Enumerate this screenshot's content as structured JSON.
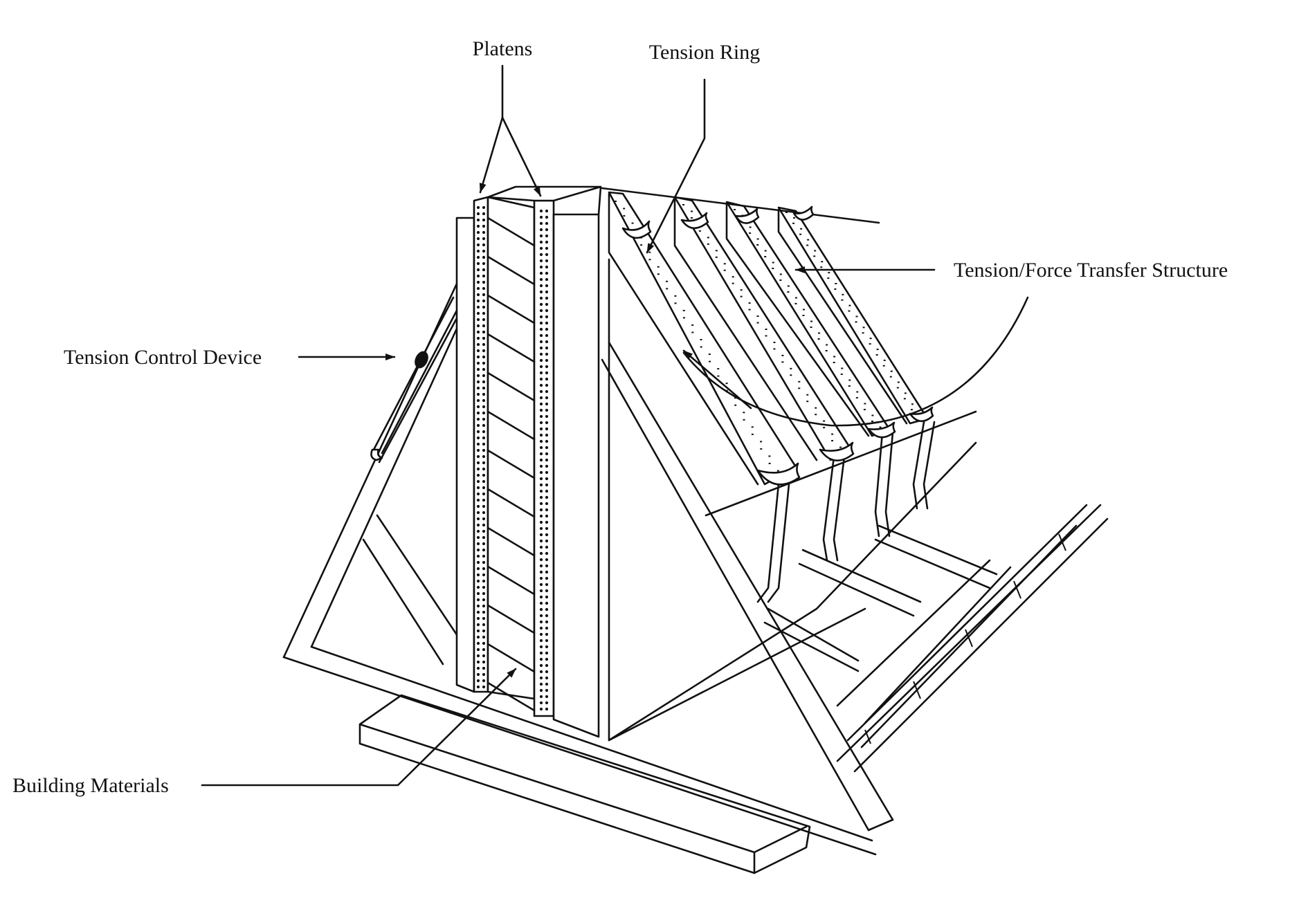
{
  "labels": {
    "platens": "Platens",
    "tension_ring": "Tension Ring",
    "tension_force_transfer": "Tension/Force Transfer Structure",
    "tension_control_device": "Tension Control Device",
    "building_materials": "Building Materials"
  },
  "colors": {
    "ink": "#111111",
    "background": "#ffffff"
  }
}
